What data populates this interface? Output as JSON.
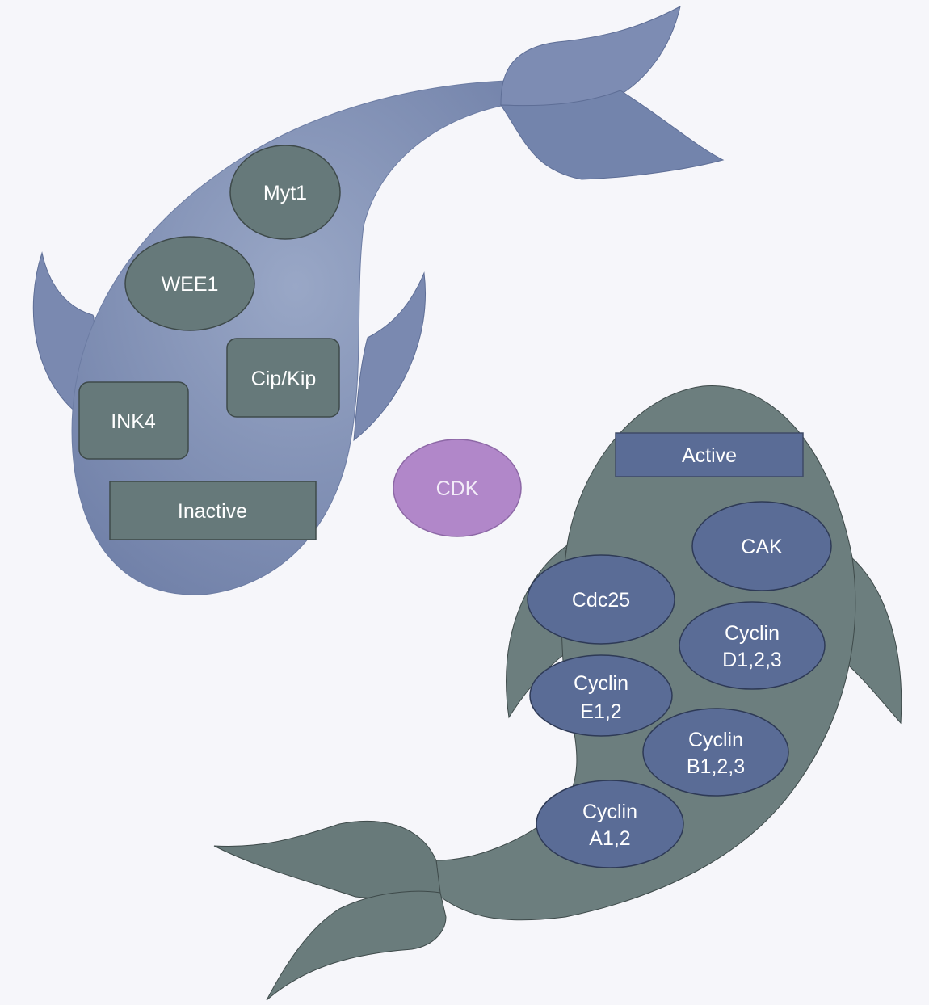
{
  "center": {
    "label": "CDK"
  },
  "inactive_fish": {
    "title": "Inactive",
    "items": [
      {
        "id": "myt1",
        "label": "Myt1"
      },
      {
        "id": "wee1",
        "label": "WEE1"
      },
      {
        "id": "cip-kip",
        "label": "Cip/Kip"
      },
      {
        "id": "ink4",
        "label": "INK4"
      }
    ]
  },
  "active_fish": {
    "title": "Active",
    "items": [
      {
        "id": "cak",
        "lines": [
          "CAK"
        ]
      },
      {
        "id": "cdc25",
        "lines": [
          "Cdc25"
        ]
      },
      {
        "id": "cyclin-d",
        "lines": [
          "Cyclin",
          "D1,2,3"
        ]
      },
      {
        "id": "cyclin-e",
        "lines": [
          "Cyclin",
          "E1,2"
        ]
      },
      {
        "id": "cyclin-b",
        "lines": [
          "Cyclin",
          "B1,2,3"
        ]
      },
      {
        "id": "cyclin-a",
        "lines": [
          "Cyclin",
          "A1,2"
        ]
      }
    ]
  },
  "colors": {
    "background": "#f6f6fa",
    "blue_fish": "#7f8fb5",
    "grey_fish": "#6c7e7e",
    "blue_node": "#5a6c96",
    "grey_node": "#66797a",
    "cdk": "#b187c9"
  }
}
